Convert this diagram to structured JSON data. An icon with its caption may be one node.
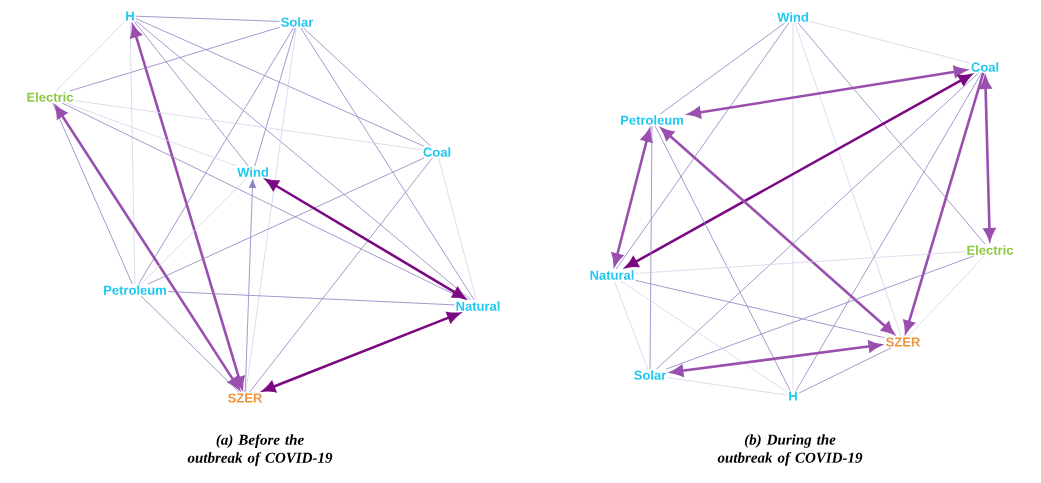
{
  "diagram": {
    "nodes": [
      {
        "text": [
          "H"
        ]
      },
      {
        "text": [
          "Solar"
        ]
      },
      {
        "text": [
          "Electric"
        ]
      },
      {
        "text": [
          "Coal"
        ]
      },
      {
        "text": [
          "Wind"
        ]
      },
      {
        "text": [
          "Petroleum"
        ]
      },
      {
        "text": [
          "Natural"
        ]
      },
      {
        "text": [
          "SZER"
        ]
      },
      {
        "text": [
          "Wind"
        ]
      },
      {
        "text": [
          "Coal"
        ]
      },
      {
        "text": [
          "Petroleum"
        ]
      },
      {
        "text": [
          "Electric"
        ]
      },
      {
        "text": [
          "Natural"
        ]
      },
      {
        "text": [
          "SZER"
        ]
      },
      {
        "text": [
          "Solar"
        ]
      },
      {
        "text": [
          "H"
        ]
      }
    ],
    "edges": [
      {
        "from": 0,
        "to": 1,
        "arrow": "none"
      },
      {
        "from": 0,
        "to": 2,
        "arrow": "none",
        "color": "#d6d2ea"
      },
      {
        "from": 0,
        "to": 3,
        "arrow": "none"
      },
      {
        "from": 0,
        "to": 4,
        "arrow": "none"
      },
      {
        "from": 0,
        "to": 5,
        "arrow": "none",
        "color": "#d6d2ea"
      },
      {
        "from": 0,
        "to": 6,
        "arrow": "none"
      },
      {
        "from": 7,
        "to": 0,
        "arrow": "both",
        "style": "thick",
        "color": "#9a4fae"
      },
      {
        "from": 1,
        "to": 2,
        "arrow": "none"
      },
      {
        "from": 1,
        "to": 3,
        "arrow": "none"
      },
      {
        "from": 1,
        "to": 4,
        "arrow": "none"
      },
      {
        "from": 1,
        "to": 5,
        "arrow": "none"
      },
      {
        "from": 1,
        "to": 6,
        "arrow": "none"
      },
      {
        "from": 1,
        "to": 7,
        "arrow": "none",
        "color": "#d6d2ea"
      },
      {
        "from": 2,
        "to": 3,
        "arrow": "none",
        "color": "#d6d2ea"
      },
      {
        "from": 2,
        "to": 4,
        "arrow": "none",
        "color": "#d6d2ea"
      },
      {
        "from": 2,
        "to": 5,
        "arrow": "none"
      },
      {
        "from": 2,
        "to": 6,
        "arrow": "none"
      },
      {
        "from": 7,
        "to": 2,
        "arrow": "both",
        "style": "thick",
        "color": "#9a4fae"
      },
      {
        "from": 3,
        "to": 5,
        "arrow": "none"
      },
      {
        "from": 3,
        "to": 6,
        "arrow": "none",
        "color": "#d6d2ea"
      },
      {
        "from": 3,
        "to": 7,
        "arrow": "none"
      },
      {
        "from": 4,
        "to": 5,
        "arrow": "none",
        "color": "#d6d2ea"
      },
      {
        "from": 4,
        "to": 6,
        "arrow": "both",
        "style": "thick",
        "color": "#7b0a82"
      },
      {
        "from": 7,
        "to": 4,
        "arrow": "to"
      },
      {
        "from": 5,
        "to": 6,
        "arrow": "none"
      },
      {
        "from": 5,
        "to": 7,
        "arrow": "none"
      },
      {
        "from": 6,
        "to": 7,
        "arrow": "both",
        "style": "thick",
        "color": "#7b0a82"
      },
      {
        "from": 8,
        "to": 9,
        "arrow": "none",
        "color": "#d6d2ea"
      },
      {
        "from": 8,
        "to": 10,
        "arrow": "none"
      },
      {
        "from": 8,
        "to": 11,
        "arrow": "none"
      },
      {
        "from": 8,
        "to": 12,
        "arrow": "none"
      },
      {
        "from": 8,
        "to": 13,
        "arrow": "none",
        "color": "#d6d2ea"
      },
      {
        "from": 8,
        "to": 15,
        "arrow": "none",
        "color": "#d6d2ea"
      },
      {
        "from": 9,
        "to": 10,
        "arrow": "both",
        "style": "thick",
        "color": "#9a4fae"
      },
      {
        "from": 9,
        "to": 12,
        "arrow": "both",
        "style": "thick",
        "color": "#7b0a82"
      },
      {
        "from": 9,
        "to": 11,
        "arrow": "both",
        "style": "thick",
        "color": "#9a4fae"
      },
      {
        "from": 9,
        "to": 13,
        "arrow": "to",
        "style": "thick",
        "color": "#9a4fae"
      },
      {
        "from": 9,
        "to": 14,
        "arrow": "none"
      },
      {
        "from": 9,
        "to": 15,
        "arrow": "none"
      },
      {
        "from": 10,
        "to": 12,
        "arrow": "both",
        "style": "thick",
        "color": "#9a4fae"
      },
      {
        "from": 10,
        "to": 13,
        "arrow": "both",
        "style": "thick",
        "color": "#9a4fae"
      },
      {
        "from": 10,
        "to": 14,
        "arrow": "none"
      },
      {
        "from": 10,
        "to": 15,
        "arrow": "none"
      },
      {
        "from": 11,
        "to": 12,
        "arrow": "none",
        "color": "#d6d2ea"
      },
      {
        "from": 11,
        "to": 13,
        "arrow": "none",
        "color": "#d6d2ea"
      },
      {
        "from": 11,
        "to": 14,
        "arrow": "none"
      },
      {
        "from": 12,
        "to": 13,
        "arrow": "none"
      },
      {
        "from": 12,
        "to": 14,
        "arrow": "none",
        "color": "#d6d2ea"
      },
      {
        "from": 12,
        "to": 15,
        "arrow": "none",
        "color": "#d6d2ea"
      },
      {
        "from": 13,
        "to": 14,
        "arrow": "both",
        "style": "thick",
        "color": "#9a4fae"
      },
      {
        "from": 15,
        "to": 13,
        "arrow": "none"
      },
      {
        "from": 14,
        "to": 15,
        "arrow": "none",
        "color": "#d6d2ea"
      }
    ],
    "labels": [
      "(a) Before the outbreak of COVID-19",
      "(b) During the outbreak of COVID-19"
    ]
  }
}
